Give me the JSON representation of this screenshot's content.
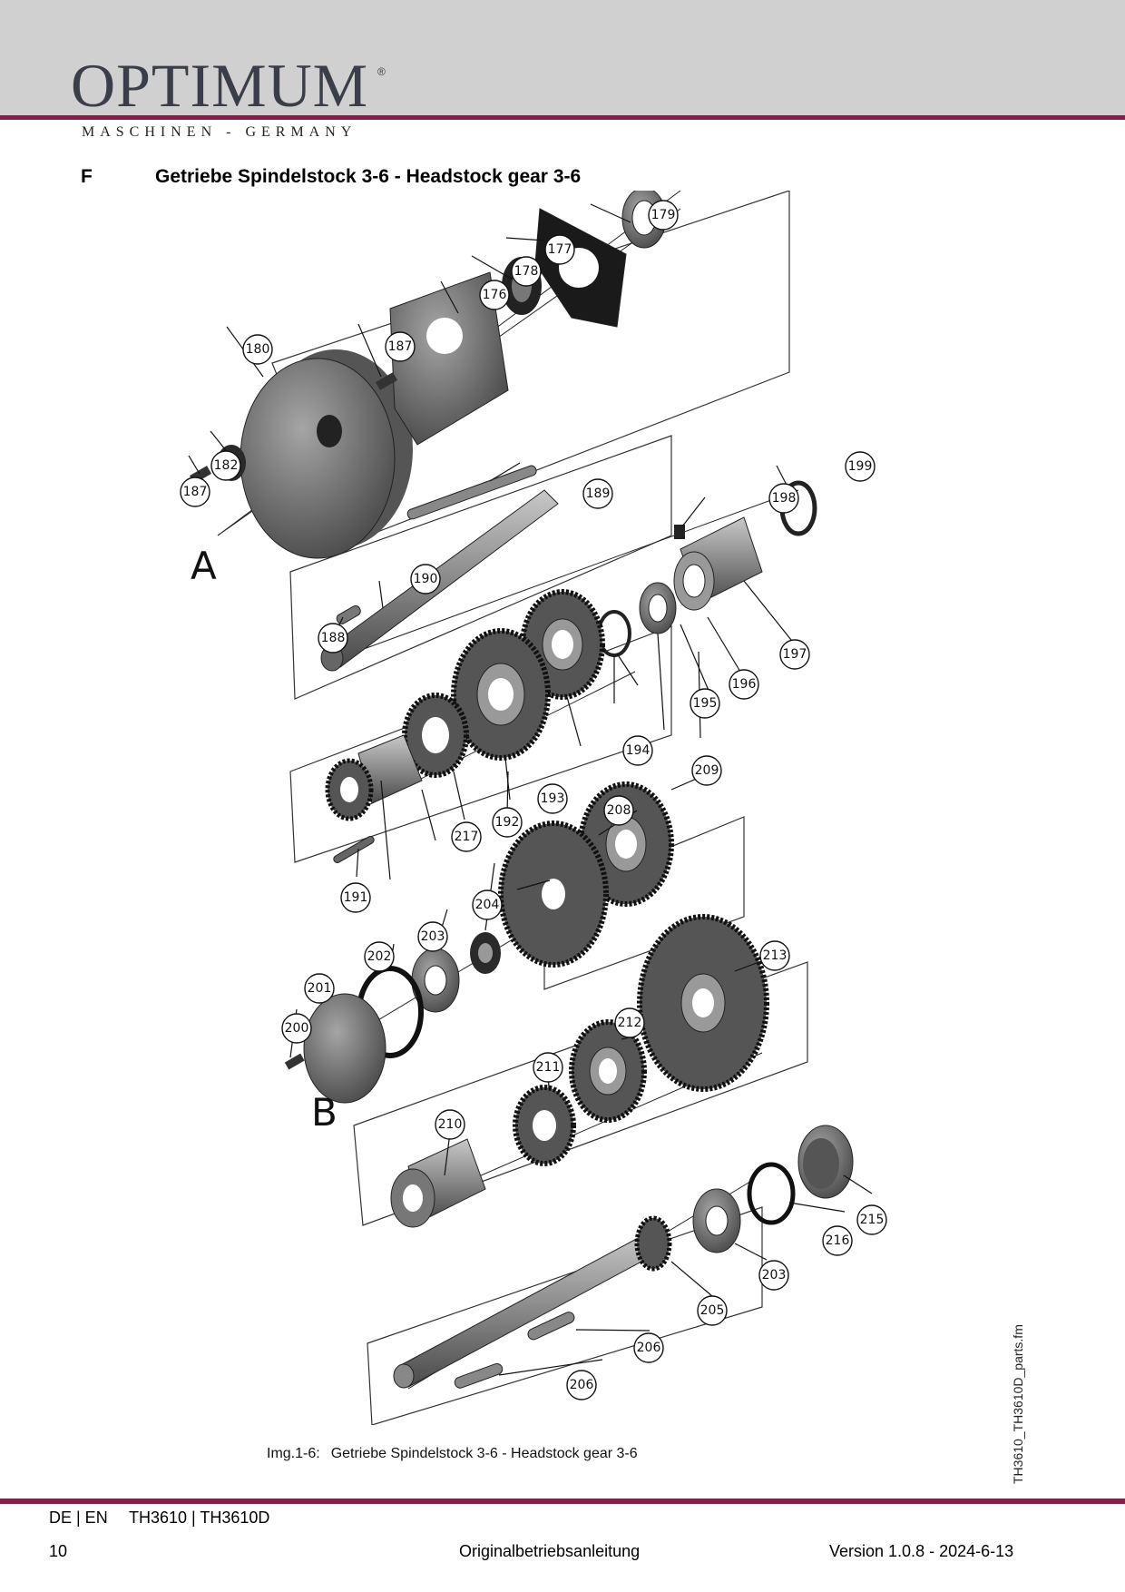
{
  "header": {
    "brand": "OPTIMUM",
    "registered_mark": "®",
    "tagline": "MASCHINEN - GERMANY"
  },
  "section": {
    "letter": "F",
    "title": "Getriebe Spindelstock 3-6 - Headstock gear 3-6"
  },
  "diagram": {
    "view_labels": [
      "A",
      "B"
    ],
    "part_numbers": [
      "179",
      "177",
      "178",
      "176",
      "180",
      "187",
      "182",
      "187",
      "189",
      "199",
      "198",
      "190",
      "188",
      "197",
      "196",
      "195",
      "194",
      "193",
      "192",
      "217",
      "191",
      "209",
      "208",
      "204",
      "203",
      "202",
      "201",
      "200",
      "213",
      "212",
      "211",
      "210",
      "215",
      "216",
      "203",
      "205",
      "206",
      "206"
    ]
  },
  "caption": {
    "label": "Img.1-6:",
    "text": "Getriebe Spindelstock 3-6 - Headstock gear 3-6"
  },
  "side_filename": "TH3610_TH3610D_parts.fm",
  "footer": {
    "languages": "DE | EN",
    "models": "TH3610  |  TH3610D",
    "page": "10",
    "center": "Originalbetriebsanleitung",
    "version": "Version 1.0.8 - 2024-6-13"
  },
  "colors": {
    "accent_rule": "#8a1c4c",
    "header_band": "#d0d0d0",
    "brand_text": "#3a3e48"
  }
}
